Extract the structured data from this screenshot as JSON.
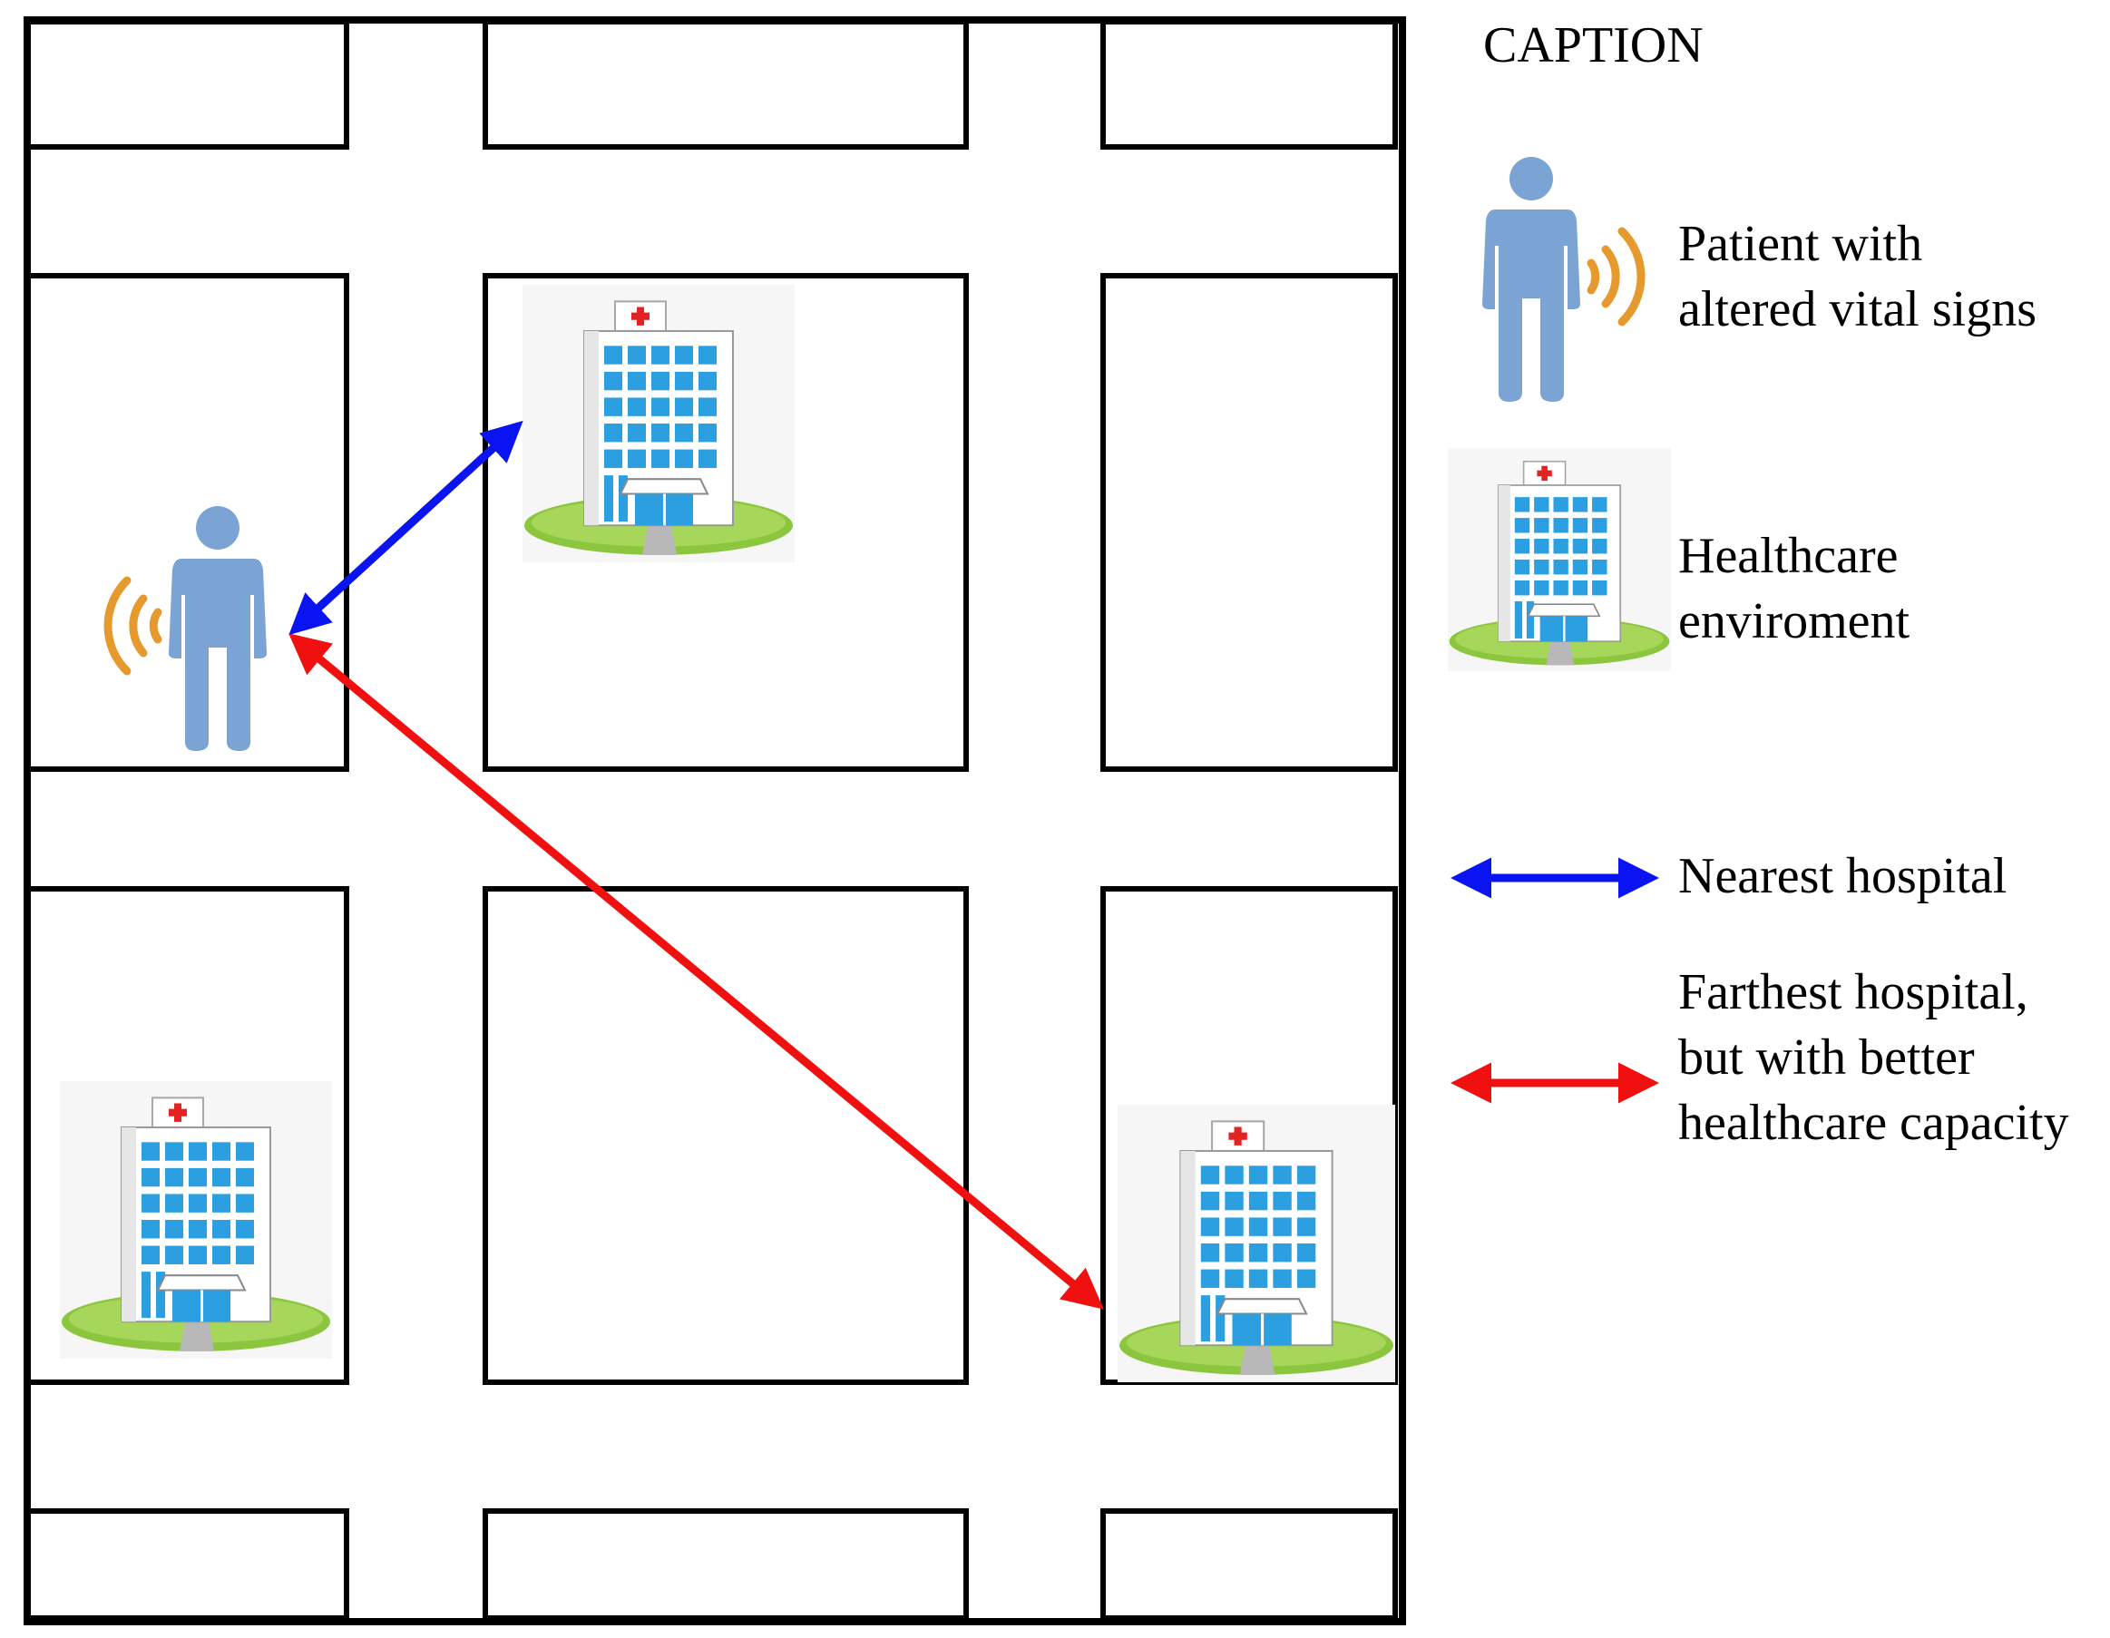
{
  "caption": {
    "title": "CAPTION",
    "patient": {
      "line1": "Patient with",
      "line2": "altered vital signs"
    },
    "healthcare": {
      "line1": "Healthcare",
      "line2": "enviroment"
    },
    "nearest": {
      "label": "Nearest hospital"
    },
    "farthest": {
      "line1": "Farthest hospital,",
      "line2": "but with better",
      "line3": "healthcare capacity"
    }
  },
  "colors": {
    "nearest_arrow": "#0a14f0",
    "farthest_arrow": "#f01010",
    "person": "#7ba3d3",
    "signal": "#e69a2e",
    "grass": "#8cc63f",
    "window": "#2b9fe0",
    "hospital_cross": "#e32222"
  },
  "icons": {
    "patient": "person-with-signal-icon",
    "hospital": "hospital-building-icon"
  }
}
